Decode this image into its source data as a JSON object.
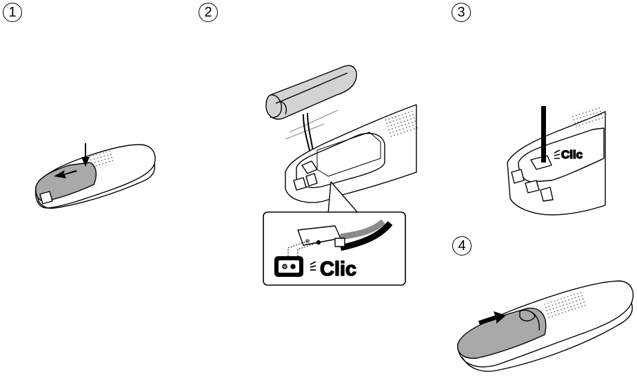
{
  "steps": [
    {
      "number": "1"
    },
    {
      "number": "2"
    },
    {
      "number": "3"
    },
    {
      "number": "4"
    }
  ],
  "callouts": {
    "step2_clic": "Clic",
    "step3_clic": "Clic"
  },
  "colors": {
    "line": "#000000",
    "cover_gray": "#a9a9a9",
    "battery_gray": "#d3d3d3",
    "wire_gray": "#8a8a8a",
    "speaker_dot": "#555555",
    "background": "#ffffff"
  }
}
